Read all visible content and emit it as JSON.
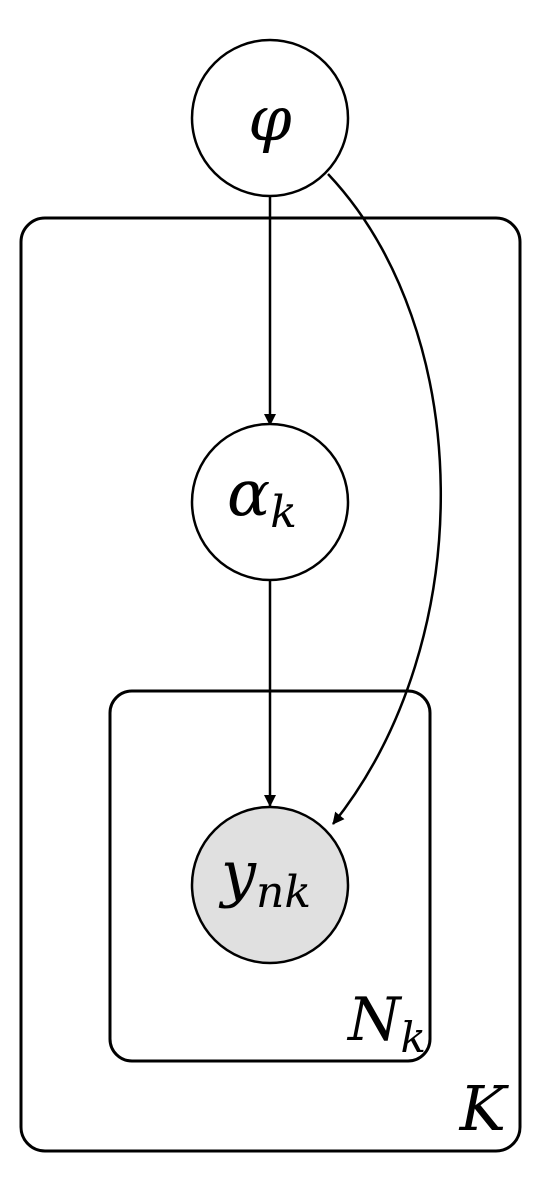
{
  "nodes": {
    "phi": {
      "symbol": "φ",
      "subscript": "",
      "observed": false
    },
    "alpha": {
      "symbol": "α",
      "subscript": "k",
      "observed": false
    },
    "y": {
      "symbol": "y",
      "subscript": "nk",
      "observed": true
    }
  },
  "plates": {
    "outer": {
      "label": "K",
      "subscript": ""
    },
    "inner": {
      "label": "N",
      "subscript": "k"
    }
  },
  "edges": [
    {
      "from": "phi",
      "to": "alpha"
    },
    {
      "from": "alpha",
      "to": "y"
    },
    {
      "from": "phi",
      "to": "y"
    }
  ],
  "colors": {
    "observed_fill": "#e0e0e0",
    "latent_fill": "#ffffff",
    "stroke": "#000000"
  }
}
